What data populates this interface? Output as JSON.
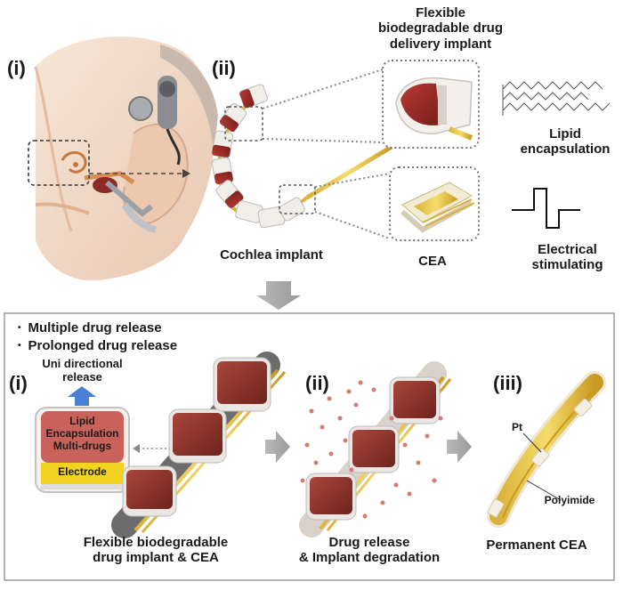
{
  "top": {
    "panel_i": "(i)",
    "panel_ii": "(ii)",
    "flexible_label": "Flexible biodegradable drug delivery implant",
    "flexible_line1": "Flexible",
    "flexible_line2": "biodegradable drug",
    "flexible_line3": "delivery implant",
    "lipid_line1": "Lipid",
    "lipid_line2": "encapsulation",
    "cochlea_label": "Cochlea implant",
    "cea_label": "CEA",
    "electrical_line1": "Electrical",
    "electrical_line2": "stimulating"
  },
  "bottom": {
    "bullets": [
      "Multiple drug release",
      "Prolonged drug release"
    ],
    "panel_i": "(i)",
    "panel_ii": "(ii)",
    "panel_iii": "(iii)",
    "uni_line1": "Uni directional",
    "uni_line2": "release",
    "block_line1": "Lipid",
    "block_line2": "Encapsulation",
    "block_line3": "Multi-drugs",
    "electrode": "Electrode",
    "pt": "Pt",
    "polyimide": "Polyimide",
    "caption_i_line1": "Flexible biodegradable",
    "caption_i_line2": "drug implant & CEA",
    "caption_ii_line1": "Drug release",
    "caption_ii_line2": "& Implant degradation",
    "caption_iii": "Permanent CEA"
  }
}
